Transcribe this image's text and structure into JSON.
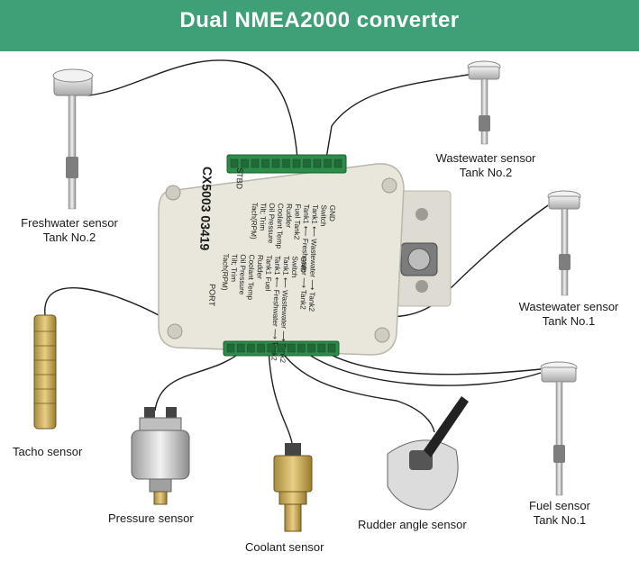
{
  "banner": {
    "title": "Dual NMEA2000 converter"
  },
  "converter": {
    "model": "CX5003 03419",
    "side_port": "PORT",
    "side_stbd": "STBD",
    "port_terminals": [
      "Tach(RPM)",
      "Tilt; Trim",
      "Oil Pressure",
      "Coolant Temp",
      "Rudder",
      "Tank1 Fuel",
      "Tank1 ⟵ Freshwater ⟶ Tank2",
      "Tank1 ⟵ Wastewater ⟶ Tank2",
      "Switch",
      "GND"
    ],
    "stbd_terminals": [
      "Tach(RPM)",
      "Tilt; Trim",
      "Oil Pressure",
      "Coolant Temp",
      "Rudder",
      "Fuel Tank2",
      "Tank1 ⟵ Freshwater ⟶ Tank2",
      "Tank1 ⟵ Wastewater ⟶ Tank2",
      "Switch",
      "GND"
    ]
  },
  "sensors": {
    "freshwater": {
      "line1": "Freshwater sensor",
      "line2": "Tank No.2"
    },
    "wastewater2": {
      "line1": "Wastewater sensor",
      "line2": "Tank No.2"
    },
    "wastewater1": {
      "line1": "Wastewater sensor",
      "line2": "Tank No.1"
    },
    "tacho": {
      "line1": "Tacho sensor"
    },
    "pressure": {
      "line1": "Pressure sensor"
    },
    "coolant": {
      "line1": "Coolant sensor"
    },
    "rudder": {
      "line1": "Rudder angle sensor"
    },
    "fuel": {
      "line1": "Fuel sensor",
      "line2": "Tank No.1"
    }
  },
  "colors": {
    "banner": "#3fa078",
    "terminal_green": "#2e8b4a",
    "housing": "#e6e4da",
    "wire": "#1e1e1e"
  }
}
